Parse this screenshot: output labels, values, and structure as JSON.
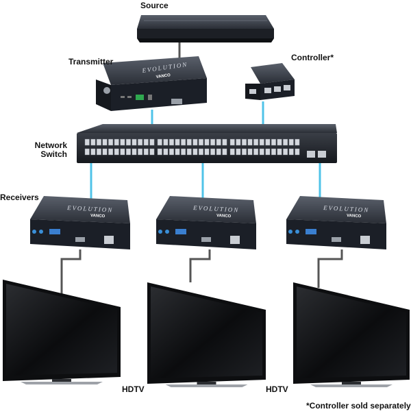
{
  "labels": {
    "source": "Source",
    "transmitter": "Transmitter",
    "controller": "Controller*",
    "network_switch_line1": "Network",
    "network_switch_line2": "Switch",
    "receivers": "Receivers",
    "hdtv_1": "HDTV",
    "hdtv_2": "HDTV",
    "footnote": "*Controller sold separately"
  },
  "device_branding": {
    "product_line": "EVOLUTION",
    "maker": "VANCO"
  },
  "colors": {
    "ethernet_cable": "#4fc3e8",
    "hdmi_cable": "#555555",
    "device_body": "#1b1f27"
  }
}
